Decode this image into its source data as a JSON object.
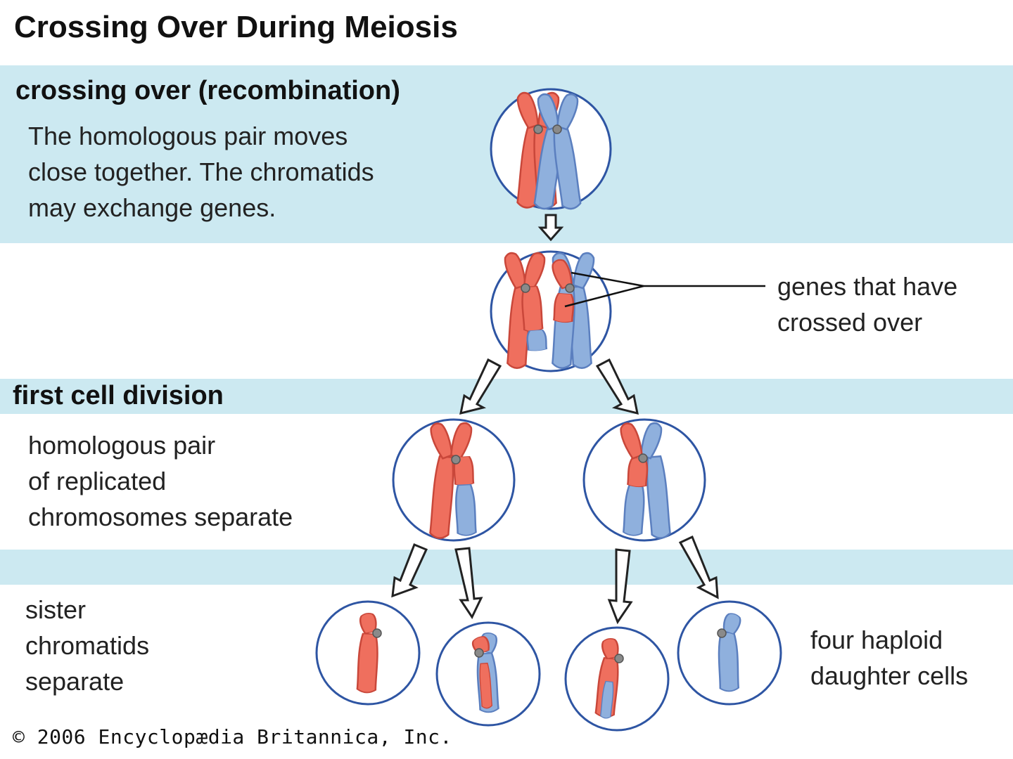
{
  "title": "Crossing Over During Meiosis",
  "sections": {
    "crossing_over": {
      "heading": "crossing over (recombination)",
      "description": "The homologous pair moves\nclose together. The chromatids\nmay exchange genes."
    },
    "first_division": {
      "heading": "first cell division",
      "description": "homologous pair\nof replicated\nchromosomes separate"
    },
    "second_division": {
      "description": "sister\nchromatids\nseparate"
    }
  },
  "labels": {
    "crossed_genes": "genes that have\ncrossed over",
    "daughter_cells": "four haploid\ndaughter cells"
  },
  "credit": "© 2006 Encyclopædia Britannica, Inc.",
  "colors": {
    "band": "#cce9f1",
    "cell_border": "#2e55a3",
    "maternal_chromosome": "#ef6f5e",
    "paternal_chromosome": "#8fb0dd",
    "centromere": "#8a8a8a"
  }
}
